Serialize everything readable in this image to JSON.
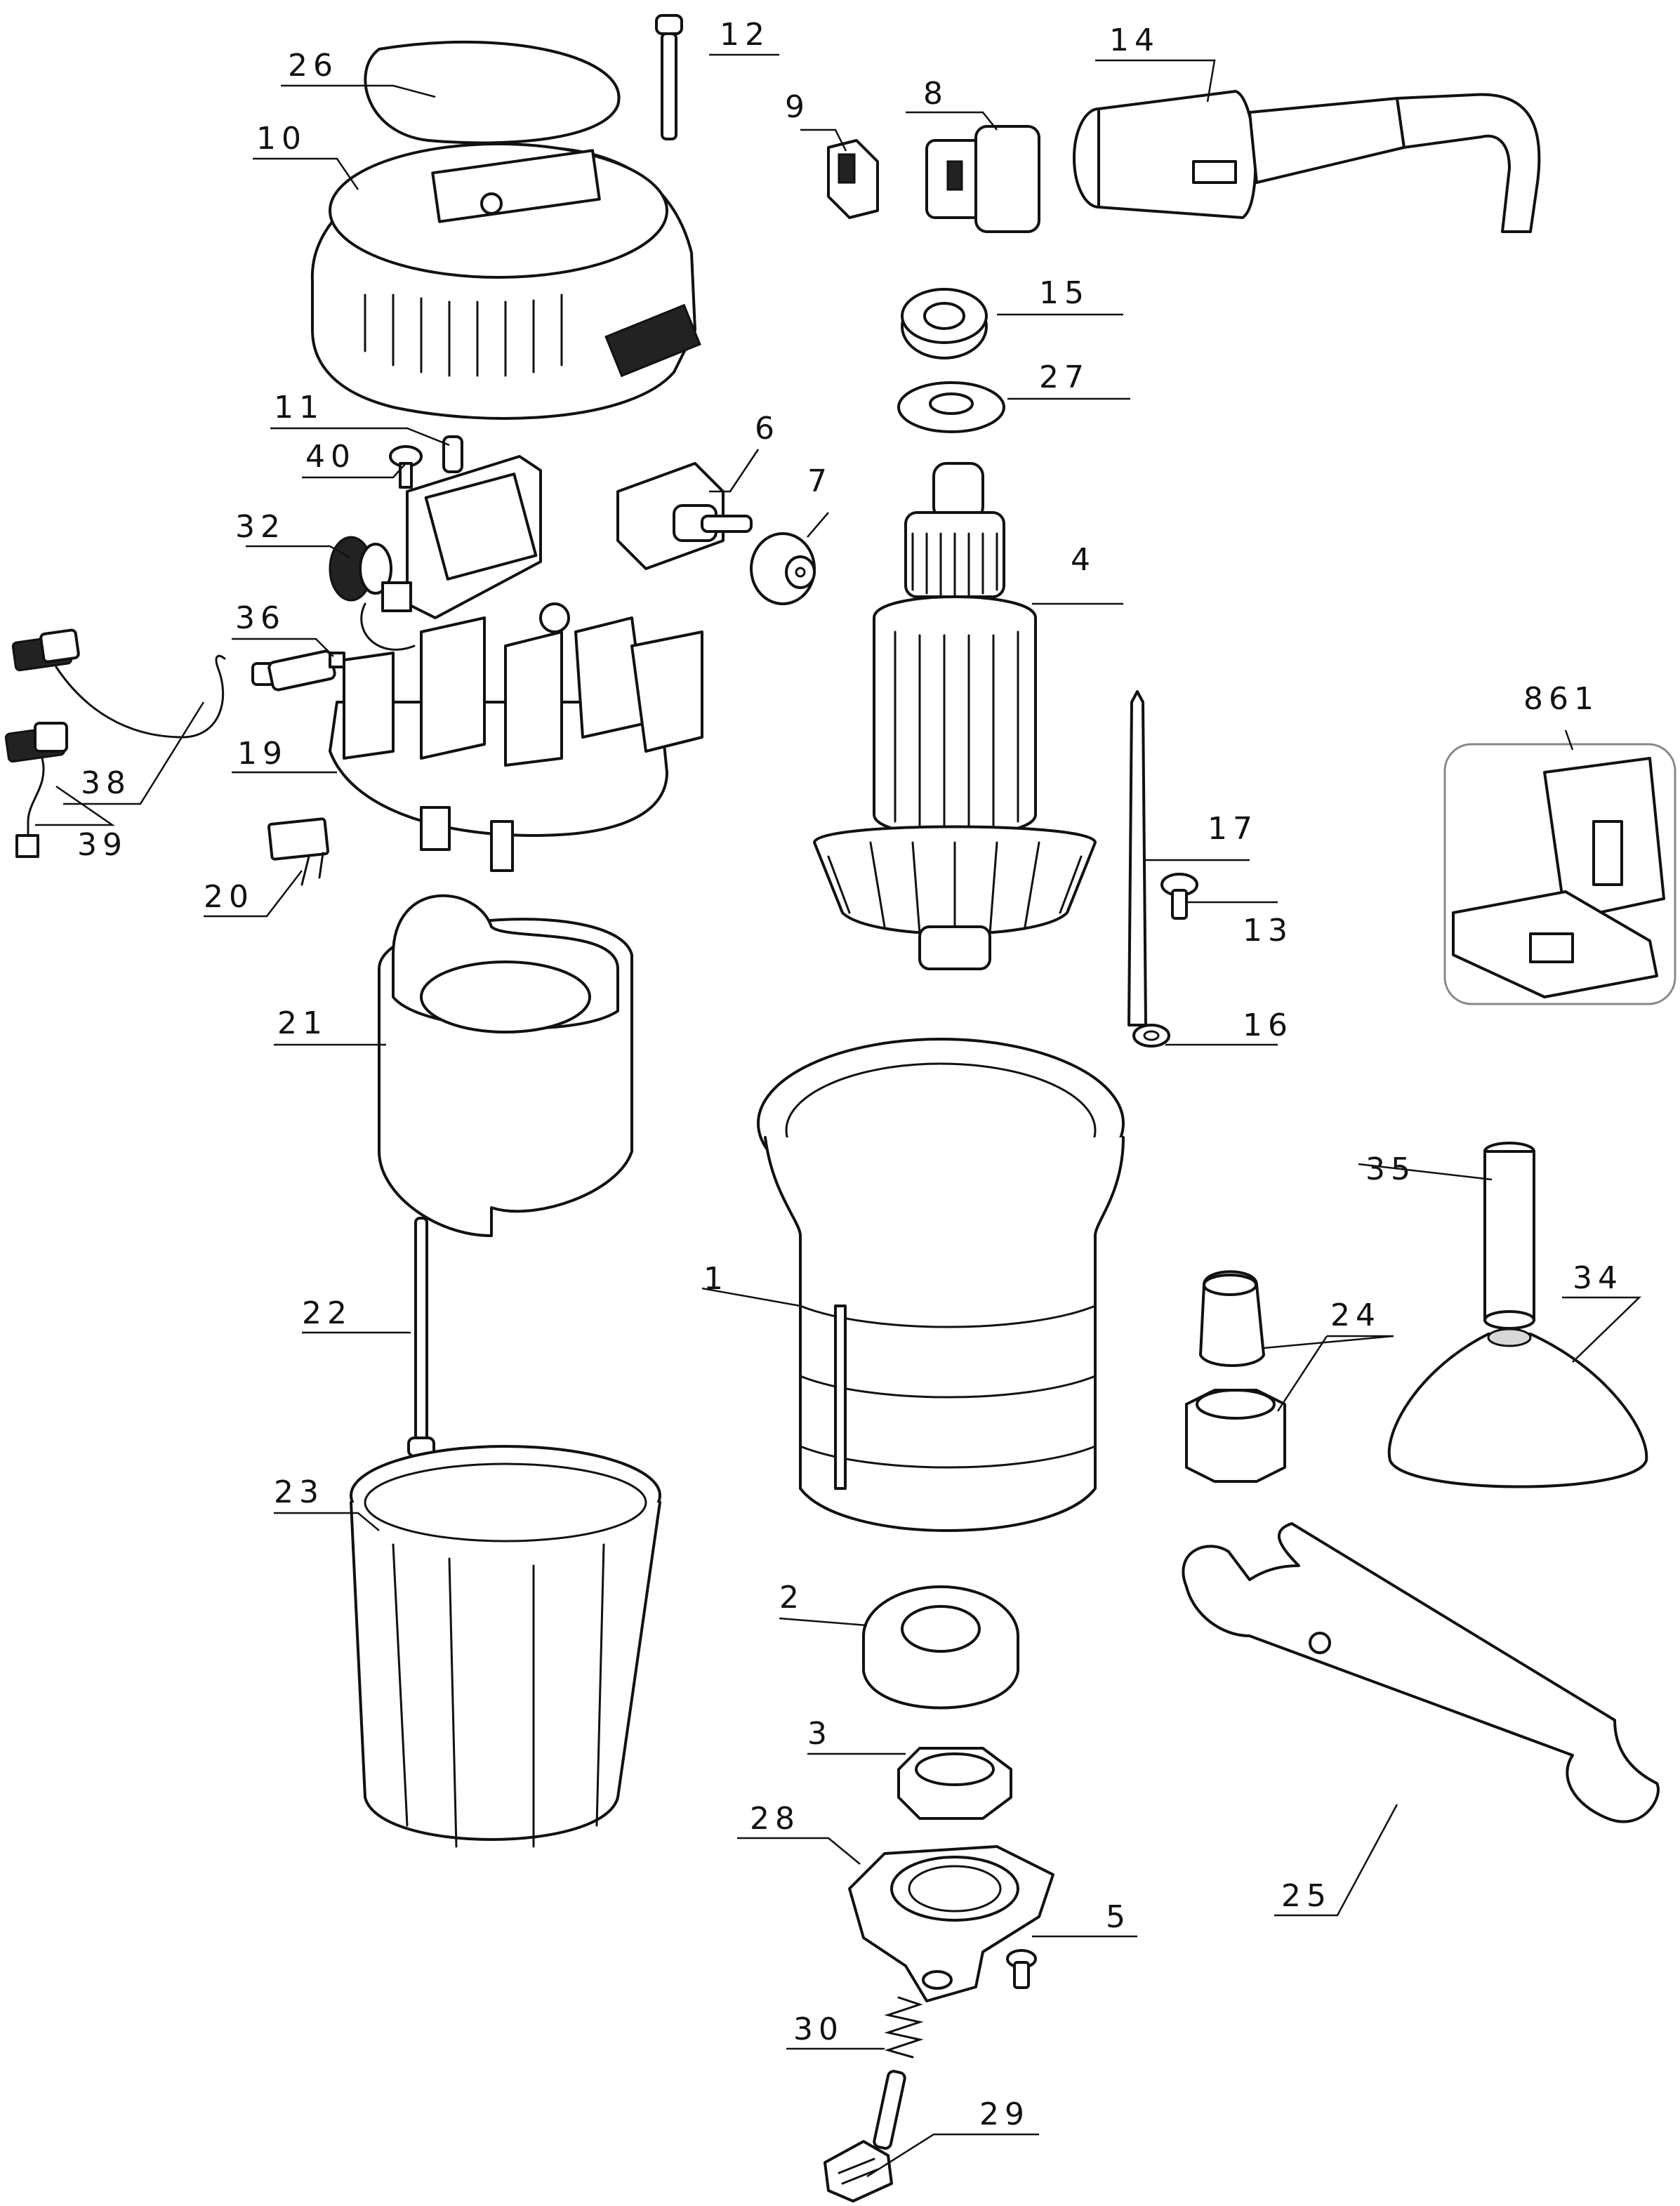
{
  "diagram": {
    "parts": [
      {
        "id": "p1",
        "label": "1"
      },
      {
        "id": "p2",
        "label": "2"
      },
      {
        "id": "p3",
        "label": "3"
      },
      {
        "id": "p4",
        "label": "4"
      },
      {
        "id": "p5",
        "label": "5"
      },
      {
        "id": "p6",
        "label": "6"
      },
      {
        "id": "p7",
        "label": "7"
      },
      {
        "id": "p8",
        "label": "8"
      },
      {
        "id": "p9",
        "label": "9"
      },
      {
        "id": "p10",
        "label": "10"
      },
      {
        "id": "p11",
        "label": "11"
      },
      {
        "id": "p12",
        "label": "12"
      },
      {
        "id": "p13",
        "label": "13"
      },
      {
        "id": "p14",
        "label": "14"
      },
      {
        "id": "p15",
        "label": "15"
      },
      {
        "id": "p16",
        "label": "16"
      },
      {
        "id": "p17",
        "label": "17"
      },
      {
        "id": "p19",
        "label": "19"
      },
      {
        "id": "p20",
        "label": "20"
      },
      {
        "id": "p21",
        "label": "21"
      },
      {
        "id": "p22",
        "label": "22"
      },
      {
        "id": "p23",
        "label": "23"
      },
      {
        "id": "p24",
        "label": "24"
      },
      {
        "id": "p25",
        "label": "25"
      },
      {
        "id": "p26",
        "label": "26"
      },
      {
        "id": "p27",
        "label": "27"
      },
      {
        "id": "p28",
        "label": "28"
      },
      {
        "id": "p29",
        "label": "29"
      },
      {
        "id": "p30",
        "label": "30"
      },
      {
        "id": "p32",
        "label": "32"
      },
      {
        "id": "p34",
        "label": "34"
      },
      {
        "id": "p35",
        "label": "35"
      },
      {
        "id": "p36",
        "label": "36"
      },
      {
        "id": "p38",
        "label": "38"
      },
      {
        "id": "p39",
        "label": "39"
      },
      {
        "id": "p40",
        "label": "40"
      },
      {
        "id": "p861",
        "label": "861"
      }
    ]
  }
}
